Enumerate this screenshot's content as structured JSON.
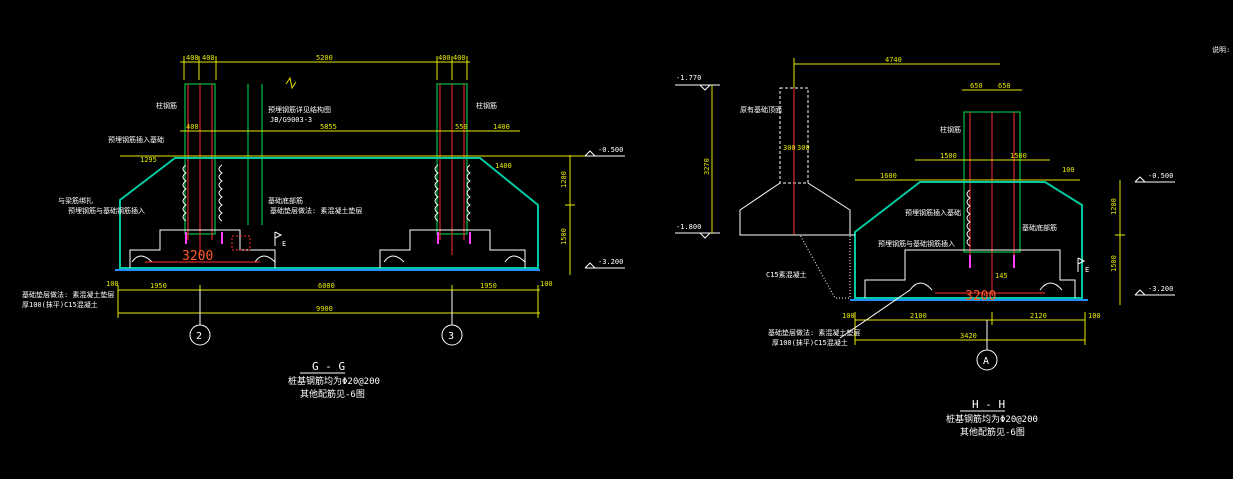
{
  "corner_note": "说明:",
  "gg": {
    "title": "G - G",
    "sub1": "桩基钢筋均为Φ20@200",
    "sub2": "其他配筋见-6图",
    "dims_top": [
      "400",
      "400",
      "5200",
      "400",
      "400"
    ],
    "dims_mid": [
      "400",
      "5855",
      "550",
      "1400"
    ],
    "dim_1295": "1295",
    "dim_1400": "1400",
    "dims_bottom": [
      "1950",
      "6000",
      "1950"
    ],
    "dim_total": "9900",
    "dim_100a": "100",
    "dim_100b": "100",
    "right_dims": [
      "1200",
      "1500"
    ],
    "elev_top": "-0.500",
    "elev_bot": "-3.200",
    "red_dim": "3200",
    "axis_left": "2",
    "axis_right": "3",
    "notes": [
      "柱钢筋",
      "预埋钢筋详见结构图",
      "JB/G9003-3",
      "柱钢筋",
      "预埋钢筋插入基础",
      "与梁筋绑扎",
      "预埋钢筋与基础钢筋插入",
      "基础底部筋",
      "基础垫层做法: 素混凝土垫层",
      "厚100(抹平)C15混凝土"
    ]
  },
  "hh": {
    "title": "H - H",
    "sub1": "桩基钢筋均为Φ20@200",
    "sub2": "其他配筋见-6图",
    "elev_1770": "-1.770",
    "elev_1800": "-1.800",
    "dim_3270": "3270",
    "dims_col": [
      "300",
      "300"
    ],
    "dim_4740": "4740",
    "dims_top": [
      "650",
      "650"
    ],
    "dims_mid": [
      "1500",
      "1500"
    ],
    "dim_1600": "1600",
    "dim_145": "145",
    "dim_100r": "100",
    "right_dims": [
      "1200",
      "1500"
    ],
    "elev_top": "-0.500",
    "elev_bot": "-3.200",
    "red_dim": "3200",
    "dims_bottom": [
      "2100",
      "2120"
    ],
    "dim_total": "3420",
    "dim_100a": "100",
    "dim_100b": "100",
    "axis": "A",
    "notes": [
      "原有基础顶面",
      "柱钢筋",
      "预埋钢筋插入基础",
      "预埋钢筋与基础钢筋插入",
      "基础底部筋",
      "C15素混凝土",
      "基础垫层做法: 素混凝土垫层",
      "厚100(抹平)C15混凝土"
    ]
  }
}
